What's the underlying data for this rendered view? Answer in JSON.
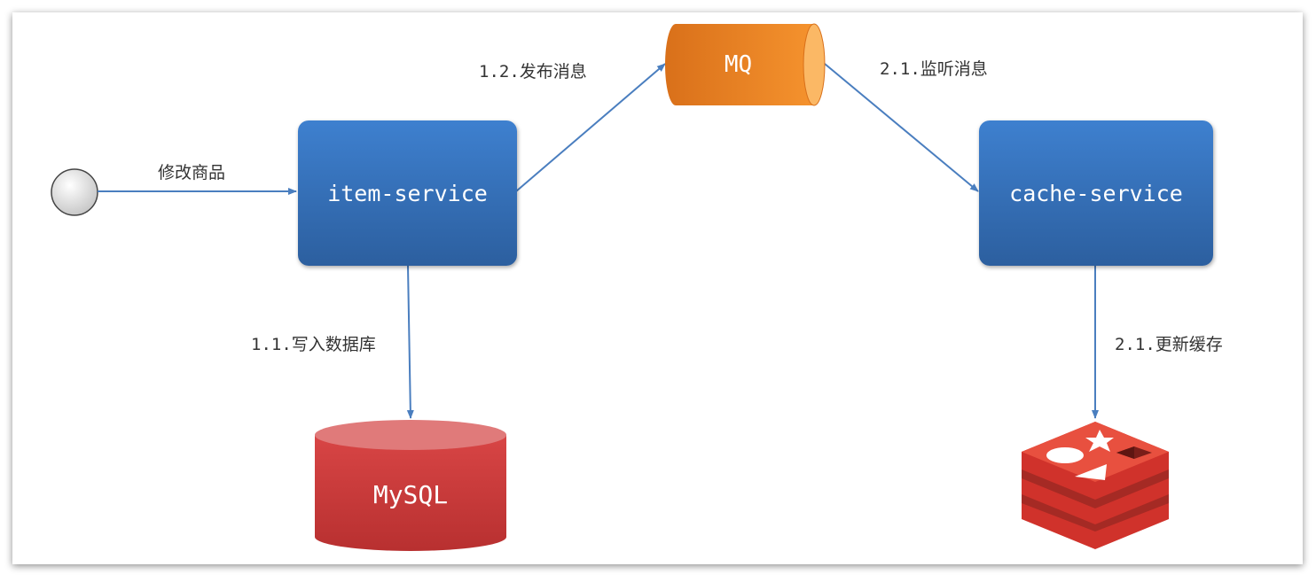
{
  "nodes": {
    "item_service": "item-service",
    "cache_service": "cache-service",
    "mq": "MQ",
    "mysql": "MySQL",
    "redis": "redis-icon"
  },
  "edges": {
    "modify_item": "修改商品",
    "publish_message": "1.2.发布消息",
    "listen_message": "2.1.监听消息",
    "write_db": "1.1.写入数据库",
    "update_cache": "2.1.更新缓存"
  },
  "colors": {
    "service_blue": "#3a78c8",
    "arrow_blue": "#4a7ebf",
    "mq_orange": "#f08a24",
    "mysql_red": "#c83a3a",
    "redis_red": "#d0322b"
  }
}
